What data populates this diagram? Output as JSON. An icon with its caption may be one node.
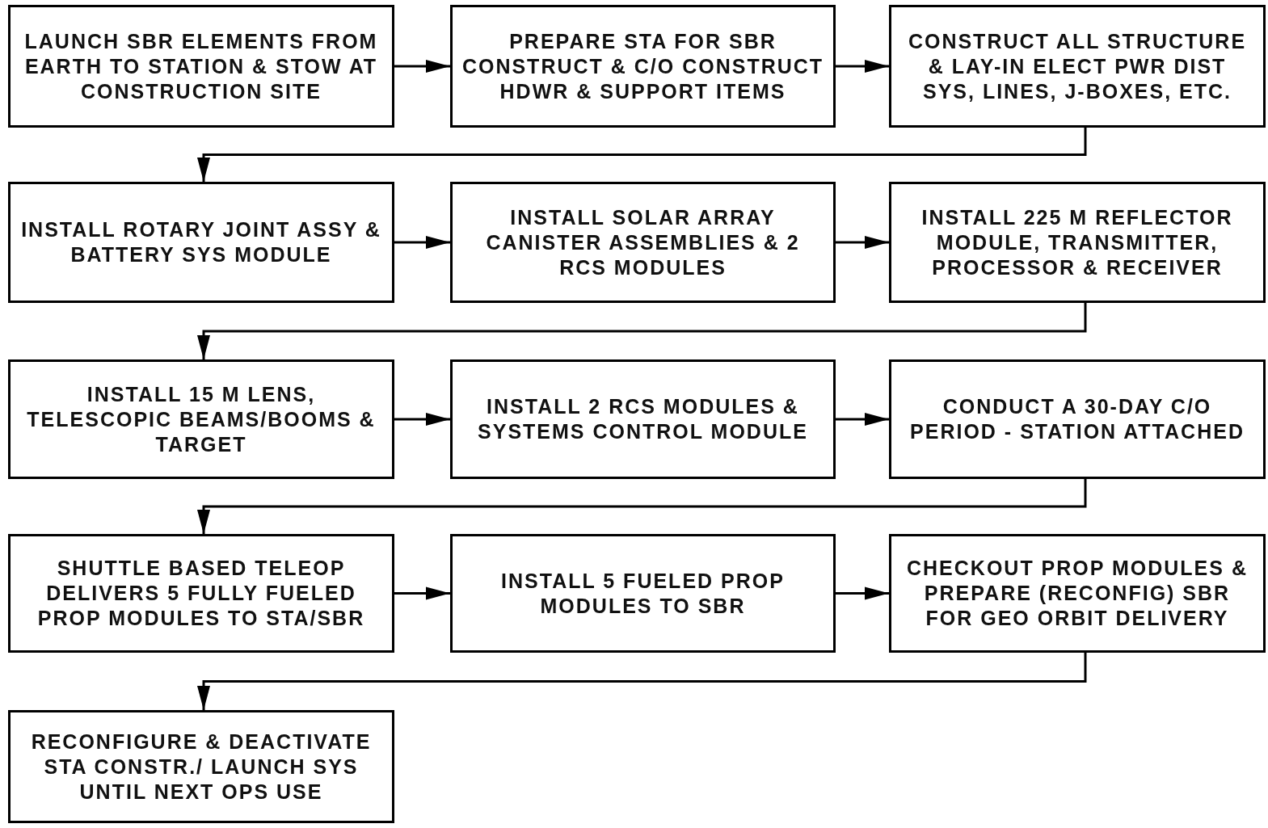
{
  "diagram": {
    "nodes": [
      {
        "text": [
          "LAUNCH SBR ELEMENTS FROM EARTH TO STATION & STOW AT CONSTRUCTION SITE"
        ]
      },
      {
        "text": [
          "PREPARE STA FOR SBR CONSTRUCT & C/O CONSTRUCT HDWR & SUPPORT ITEMS"
        ]
      },
      {
        "text": [
          "CONSTRUCT ALL STRUCTURE & LAY-IN ELECT PWR DIST SYS, LINES, J-BOXES, ETC."
        ]
      },
      {
        "text": [
          "INSTALL ROTARY JOINT ASSY & BATTERY SYS MODULE"
        ]
      },
      {
        "text": [
          "INSTALL SOLAR ARRAY CANISTER ASSEMBLIES & 2 RCS MODULES"
        ]
      },
      {
        "text": [
          "INSTALL 225 M REFLECTOR MODULE, TRANSMITTER, PROCESSOR & RECEIVER"
        ]
      },
      {
        "text": [
          "INSTALL 15 M LENS, TELESCOPIC BEAMS/BOOMS & TARGET"
        ]
      },
      {
        "text": [
          "INSTALL 2 RCS MODULES & SYSTEMS CONTROL MODULE"
        ]
      },
      {
        "text": [
          "CONDUCT A 30-DAY C/O PERIOD - STATION ATTACHED"
        ]
      },
      {
        "text": [
          "SHUTTLE BASED TELEOP DELIVERS 5 FULLY FUELED PROP MODULES TO STA/SBR"
        ]
      },
      {
        "text": [
          "INSTALL 5 FUELED PROP MODULES TO SBR"
        ]
      },
      {
        "text": [
          "CHECKOUT PROP MODULES & PREPARE (RECONFIG) SBR FOR GEO ORBIT DELIVERY"
        ]
      },
      {
        "text": [
          "RECONFIGURE & DEACTIVATE STA CONSTR./ LAUNCH SYS UNTIL NEXT OPS USE"
        ]
      }
    ],
    "edges": [
      {
        "from": 0,
        "to": 1,
        "arrow": "to"
      },
      {
        "from": 1,
        "to": 2,
        "arrow": "to"
      },
      {
        "from": 2,
        "to": 3,
        "arrow": "to"
      },
      {
        "from": 3,
        "to": 4,
        "arrow": "to"
      },
      {
        "from": 4,
        "to": 5,
        "arrow": "to"
      },
      {
        "from": 5,
        "to": 6,
        "arrow": "to"
      },
      {
        "from": 6,
        "to": 7,
        "arrow": "to"
      },
      {
        "from": 7,
        "to": 8,
        "arrow": "to"
      },
      {
        "from": 8,
        "to": 9,
        "arrow": "to"
      },
      {
        "from": 9,
        "to": 10,
        "arrow": "to"
      },
      {
        "from": 10,
        "to": 11,
        "arrow": "to"
      },
      {
        "from": 11,
        "to": 12,
        "arrow": "to"
      }
    ]
  }
}
